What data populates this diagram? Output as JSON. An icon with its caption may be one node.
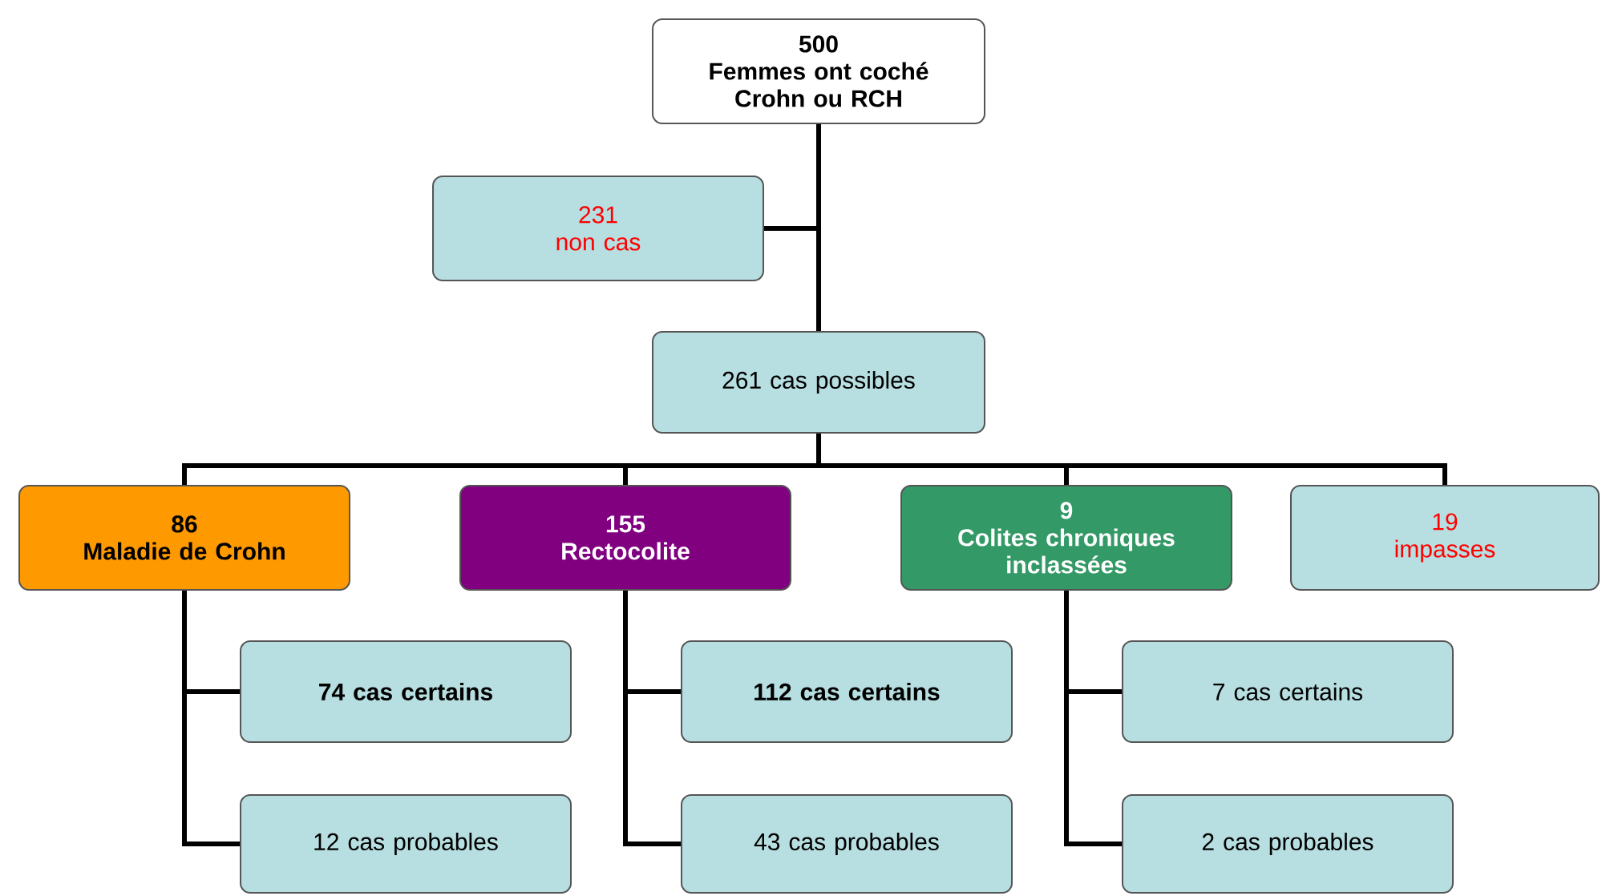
{
  "diagram": {
    "nodes": [
      {
        "text": [
          "500",
          "Femmes ont coché Crohn ou RCH"
        ]
      },
      {
        "text": [
          "231",
          "non cas"
        ]
      },
      {
        "text": [
          "261 cas possibles"
        ]
      },
      {
        "text": [
          "86",
          "Maladie de Crohn"
        ]
      },
      {
        "text": [
          "155",
          "Rectocolite"
        ]
      },
      {
        "text": [
          "9",
          "Colites chroniques inclassées"
        ]
      },
      {
        "text": [
          "19",
          "impasses"
        ]
      },
      {
        "text": [
          "74 cas certains"
        ]
      },
      {
        "text": [
          "12 cas probables"
        ]
      },
      {
        "text": [
          "112 cas certains"
        ]
      },
      {
        "text": [
          "43 cas probables"
        ]
      },
      {
        "text": [
          "7 cas certains"
        ]
      },
      {
        "text": [
          "2 cas probables"
        ]
      }
    ],
    "edges": [
      {
        "from": 0,
        "to": 1,
        "arrow": "none"
      },
      {
        "from": 0,
        "to": 2,
        "arrow": "none"
      },
      {
        "from": 2,
        "to": 3,
        "arrow": "none"
      },
      {
        "from": 2,
        "to": 4,
        "arrow": "none"
      },
      {
        "from": 2,
        "to": 5,
        "arrow": "none"
      },
      {
        "from": 2,
        "to": 6,
        "arrow": "none"
      },
      {
        "from": 3,
        "to": 7,
        "arrow": "none"
      },
      {
        "from": 3,
        "to": 8,
        "arrow": "none"
      },
      {
        "from": 4,
        "to": 9,
        "arrow": "none"
      },
      {
        "from": 4,
        "to": 10,
        "arrow": "none"
      },
      {
        "from": 5,
        "to": 11,
        "arrow": "none"
      },
      {
        "from": 5,
        "to": 12,
        "arrow": "none"
      }
    ]
  }
}
